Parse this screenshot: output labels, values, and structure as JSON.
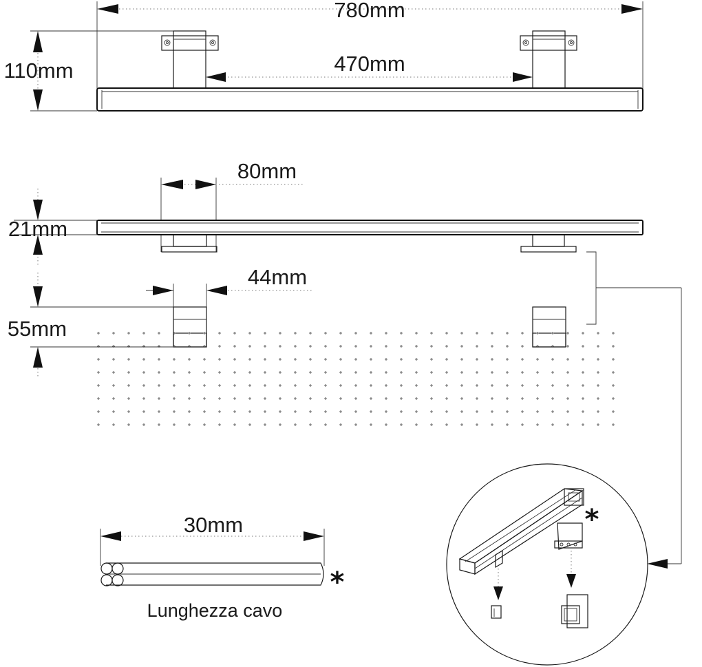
{
  "dimensions": {
    "total_length": "780mm",
    "bracket_spacing": "470mm",
    "total_height": "110mm",
    "bracket_depth": "80mm",
    "bar_thickness": "21mm",
    "bracket_width": "44mm",
    "clip_height": "55mm",
    "cable_dim": "30mm"
  },
  "cable": {
    "caption": "Lunghezza cavo",
    "marker": "*"
  },
  "detail": {
    "marker": "*"
  }
}
